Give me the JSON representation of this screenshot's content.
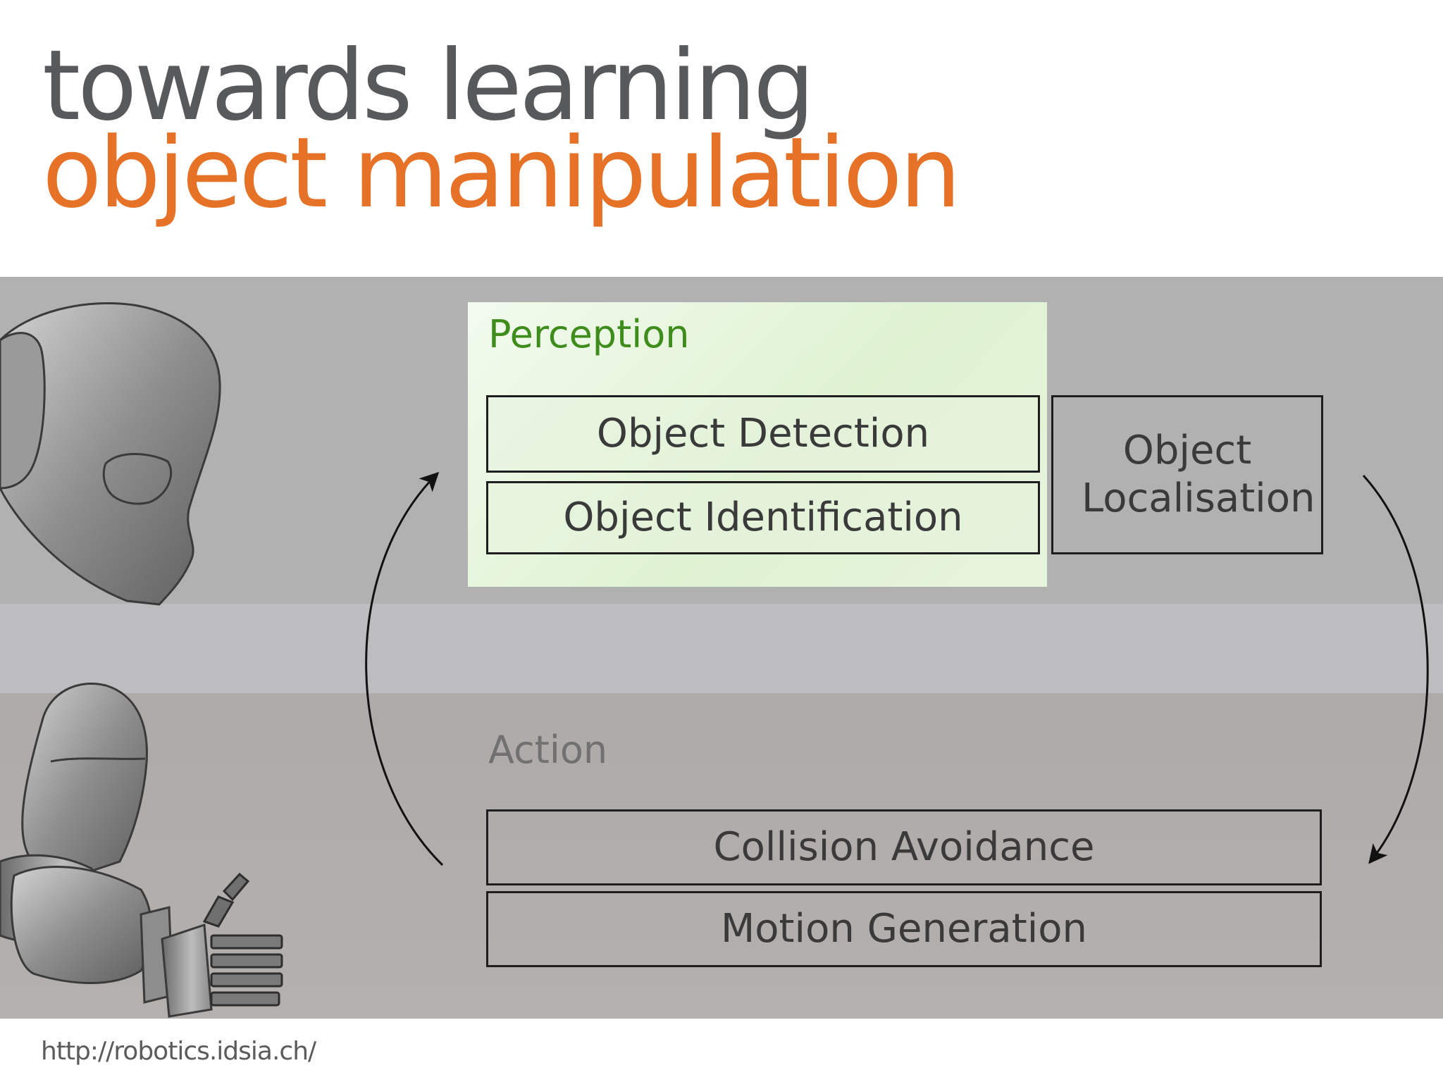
{
  "slide": {
    "title_line_1": "towards learning",
    "title_line_2": "object manipulation",
    "source_url": "http://robotics.idsia.ch/"
  },
  "diagram": {
    "perception": {
      "label": "Perception",
      "modules": {
        "detection": "Object Detection",
        "identification": "Object Identification",
        "localisation": "Object Localisation"
      }
    },
    "action": {
      "label": "Action",
      "modules": {
        "collision": "Collision Avoidance",
        "motion": "Motion Generation"
      }
    }
  },
  "colors": {
    "title_primary": "#58595b",
    "title_accent": "#e67228",
    "perception_label": "#3e8c1c",
    "perception_panel": "#e3f3d8"
  },
  "illustrations": [
    "robot-head-icon",
    "robot-hand-icon"
  ]
}
